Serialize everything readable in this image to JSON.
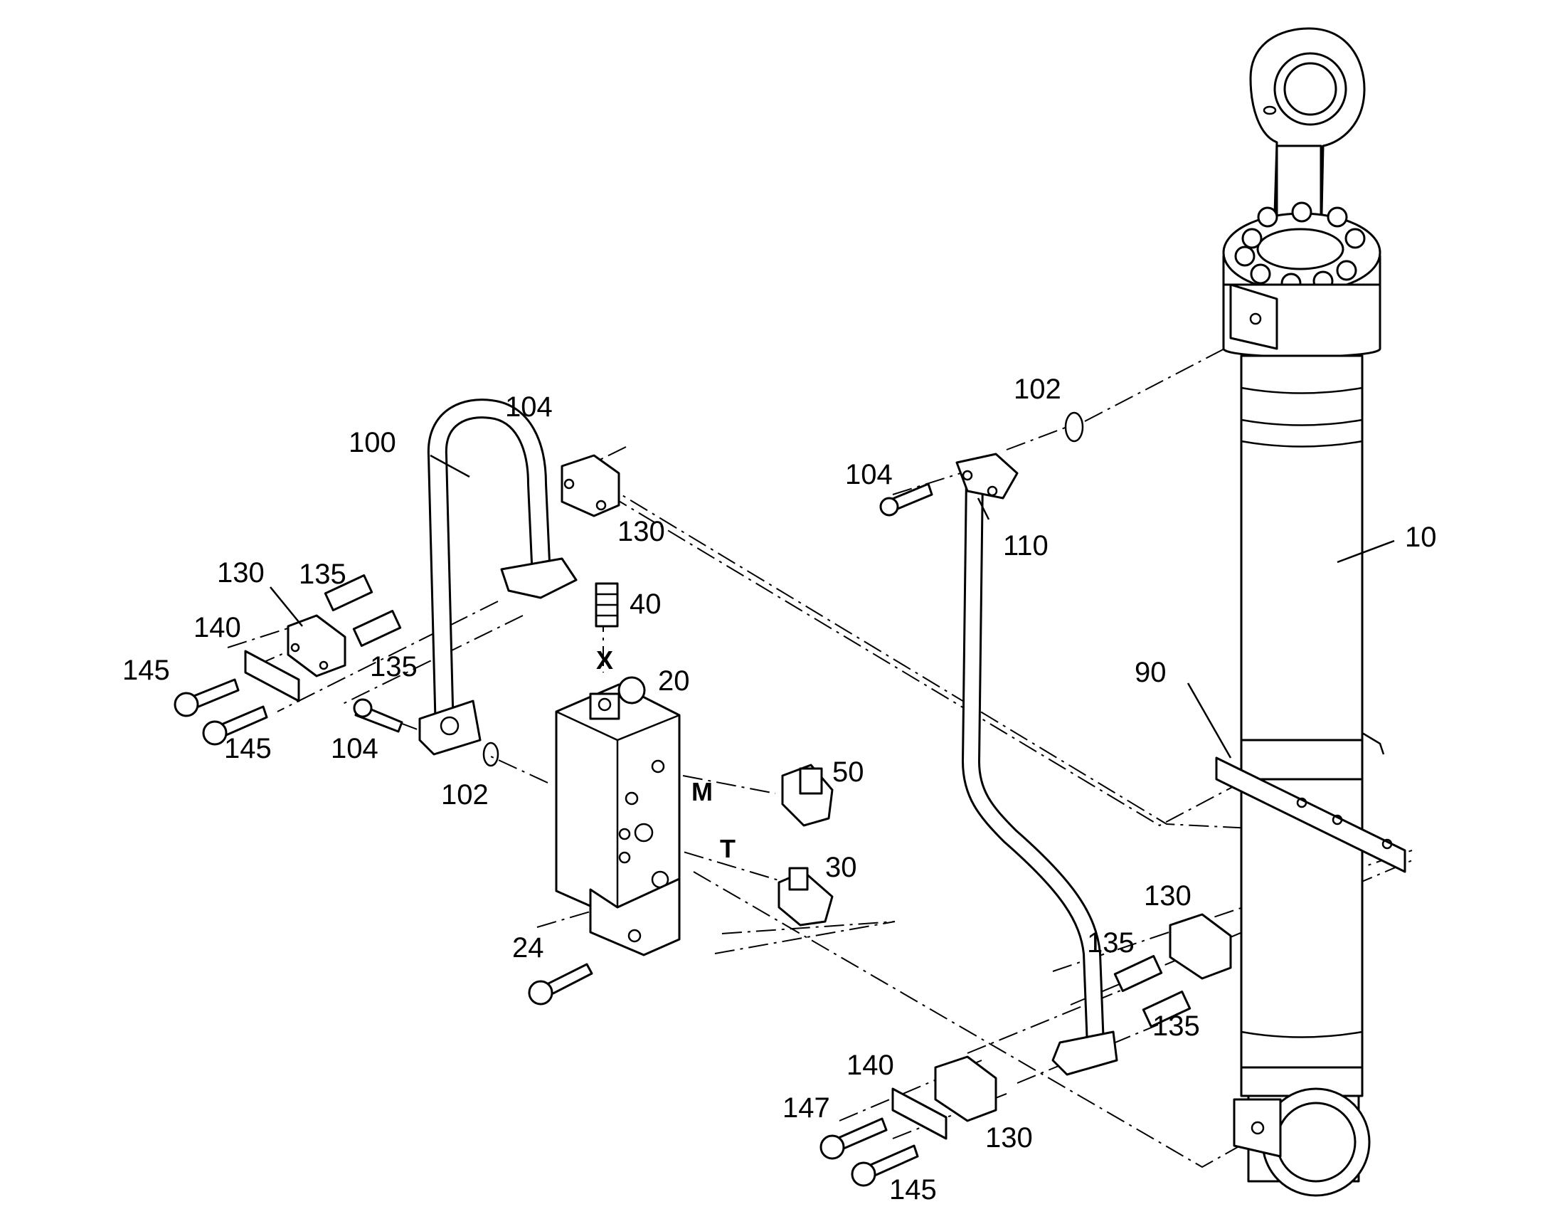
{
  "labels": {
    "l10": "10",
    "l20": "20",
    "l24": "24",
    "l30": "30",
    "l40": "40",
    "l50": "50",
    "l90": "90",
    "l100": "100",
    "l102a": "102",
    "l102b": "102",
    "l104a": "104",
    "l104b": "104",
    "l104c": "104",
    "l110": "110",
    "l130a": "130",
    "l130b": "130",
    "l130c": "130",
    "l130d": "130",
    "l135a": "135",
    "l135b": "135",
    "l135c": "135",
    "l135d": "135",
    "l140a": "140",
    "l140b": "140",
    "l145a": "145",
    "l145b": "145",
    "l145c": "145",
    "l147": "147",
    "portX": "X",
    "portM": "M",
    "portT": "T"
  }
}
